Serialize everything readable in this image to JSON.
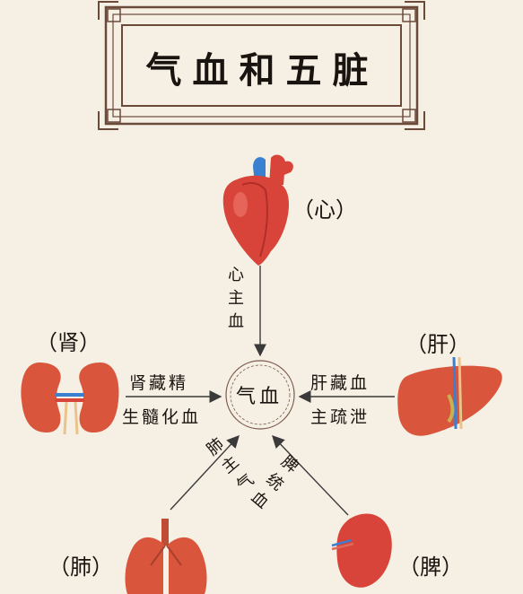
{
  "title": "气血和五脏",
  "center": "气血",
  "organs": {
    "heart": "（心）",
    "kidney": "（肾）",
    "liver": "（肝）",
    "lung": "（肺）",
    "spleen": "（脾）"
  },
  "relations": {
    "heart": "心主血",
    "kidney_line1": "肾藏精",
    "kidney_line2": "生髓化血",
    "liver_line1": "肝藏血",
    "liver_line2": "主疏泄",
    "lung": "肺主气",
    "spleen": "脾统血"
  },
  "colors": {
    "background": "#f6efe4",
    "frame": "#6b4a3a",
    "arrow": "#3a3a3a",
    "organ_red": "#d9443a",
    "vessel_blue": "#3a7fd0"
  },
  "icons": [
    "heart-icon",
    "kidney-icon",
    "liver-icon",
    "lung-icon",
    "spleen-icon"
  ]
}
